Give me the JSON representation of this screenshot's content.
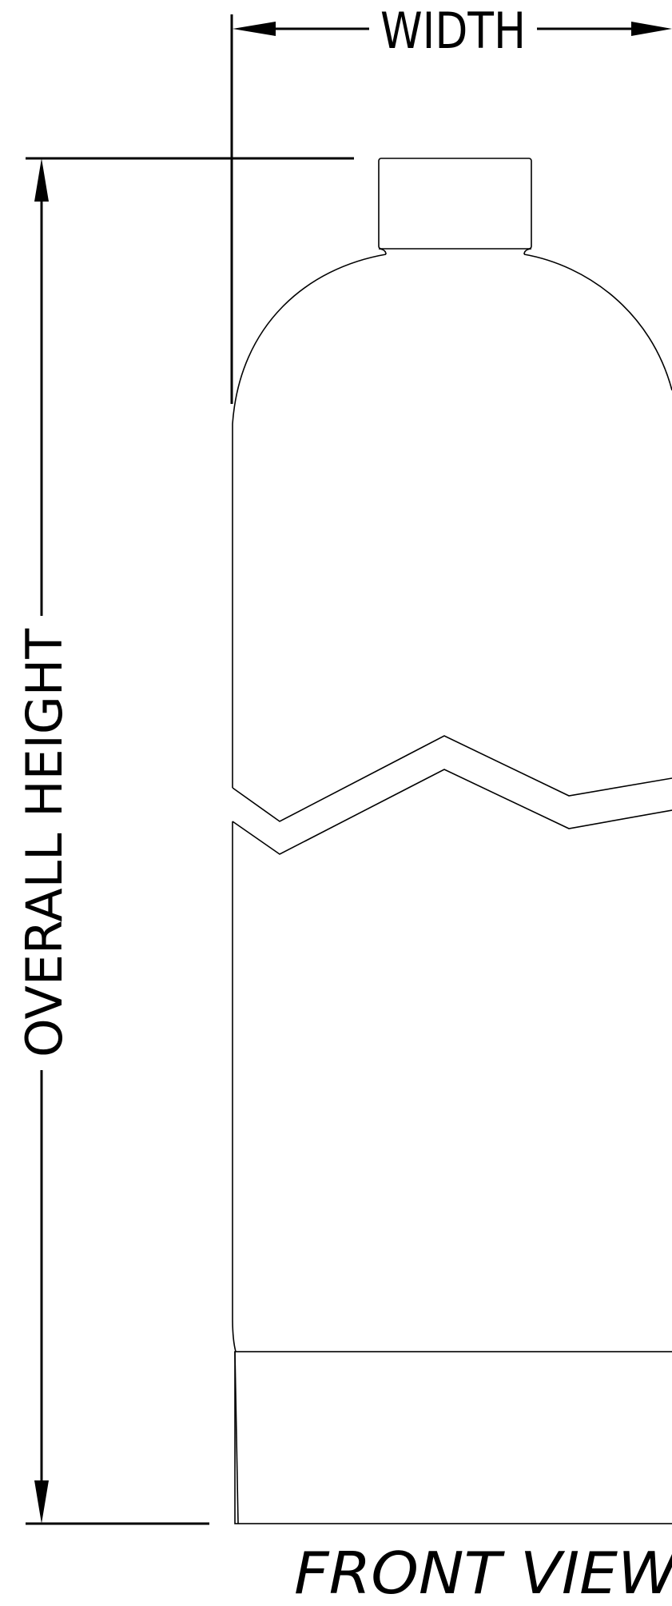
{
  "drawing": {
    "width_label": "WIDTH",
    "height_label": "OVERALL HEIGHT",
    "view_label": "FRONT VIEW",
    "line_color": "#000000",
    "background_color": "#ffffff"
  }
}
